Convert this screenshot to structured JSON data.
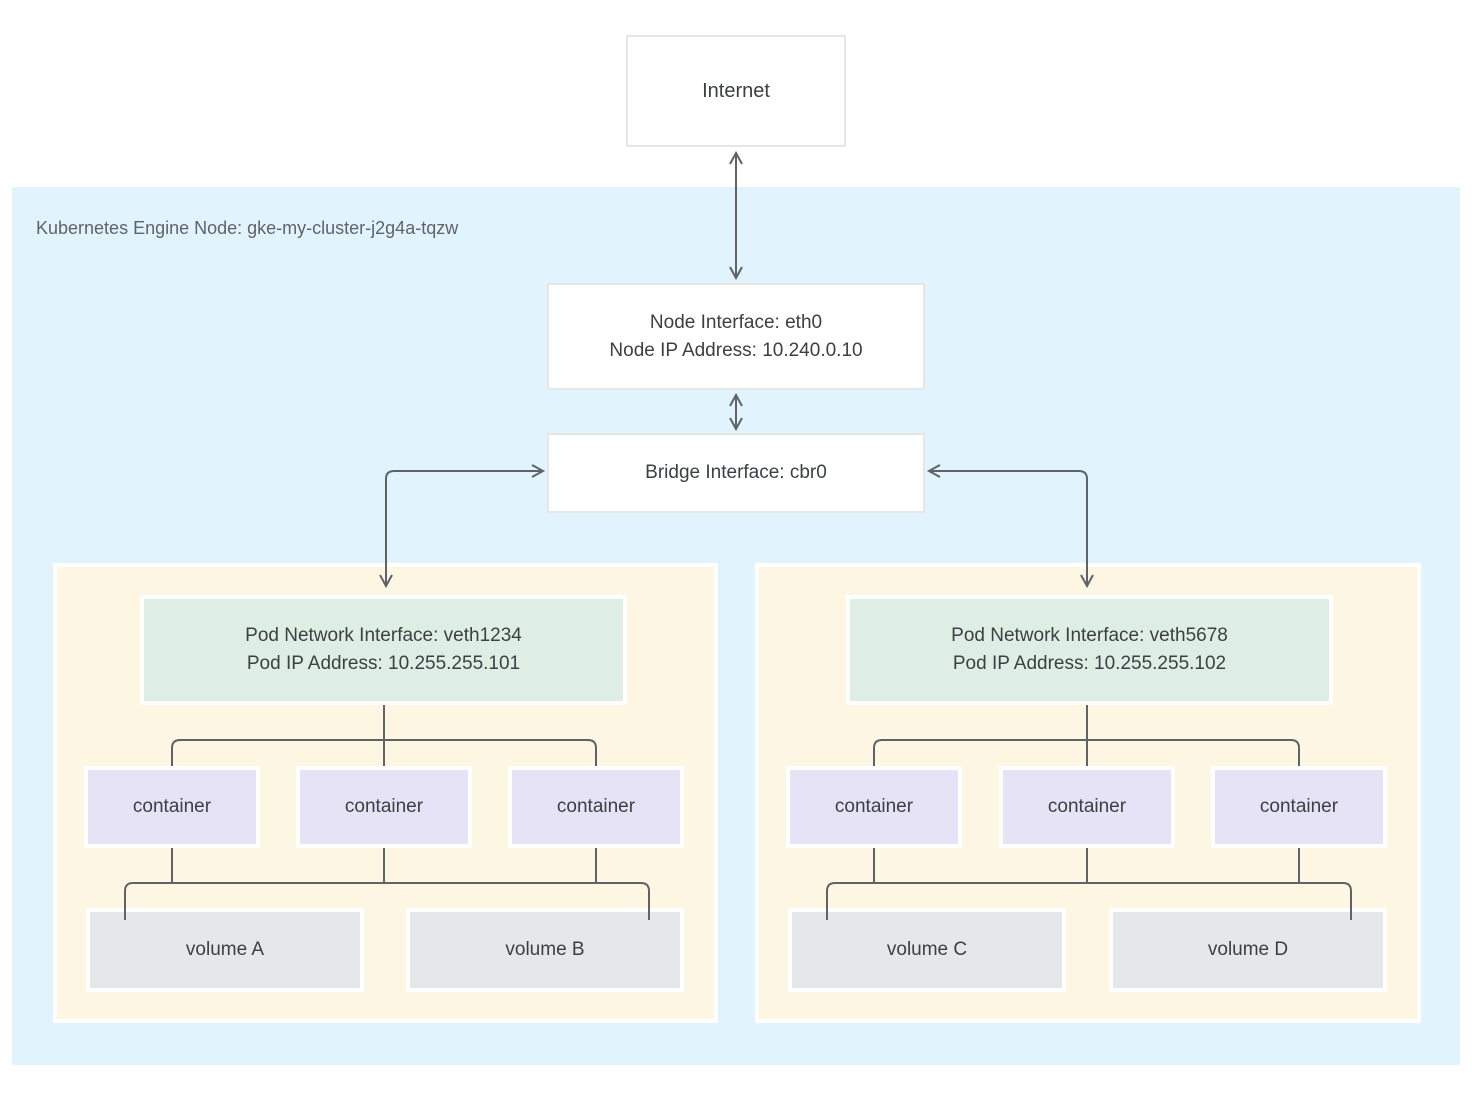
{
  "colors": {
    "page_bg": "#ffffff",
    "node_region_bg": "#e1f3fd",
    "pod_bg": "#fdf6e2",
    "interface_box_bg": "#dfeee5",
    "container_box_bg": "#e6e3f6",
    "volume_box_bg": "#e4e8ea",
    "white_box_border": "#e6e6e6",
    "connector": "#5f6368",
    "text_dark": "#3c4043",
    "text_muted": "#5f6368"
  },
  "internet": {
    "label": "Internet"
  },
  "node": {
    "label": "Kubernetes Engine Node: gke-my-cluster-j2g4a-tqzw",
    "interface": {
      "line1": "Node Interface: eth0",
      "line2": "Node IP Address: 10.240.0.10"
    },
    "bridge": {
      "label": "Bridge Interface: cbr0"
    }
  },
  "pods": [
    {
      "interface": {
        "line1": "Pod Network Interface: veth1234",
        "line2": "Pod IP Address: 10.255.255.101"
      },
      "containers": [
        "container",
        "container",
        "container"
      ],
      "volumes": [
        "volume A",
        "volume B"
      ]
    },
    {
      "interface": {
        "line1": "Pod Network Interface: veth5678",
        "line2": "Pod IP Address: 10.255.255.102"
      },
      "containers": [
        "container",
        "container",
        "container"
      ],
      "volumes": [
        "volume C",
        "volume D"
      ]
    }
  ]
}
